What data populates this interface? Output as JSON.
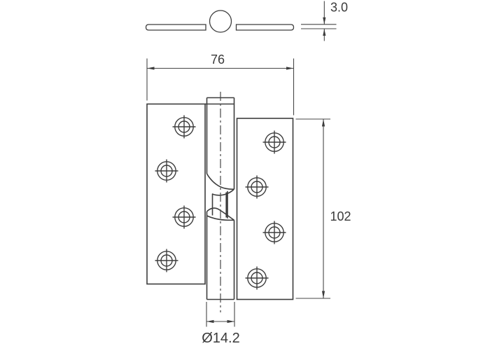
{
  "drawing": {
    "type": "hinge-technical-drawing",
    "colors": {
      "background": "#ffffff",
      "line": "#3d3d3d",
      "text": "#3a3a3a"
    },
    "dimensions": {
      "leaf_thickness": "3.0",
      "width": "76",
      "height": "102",
      "knuckle_diameter": "Ø14.2"
    }
  }
}
